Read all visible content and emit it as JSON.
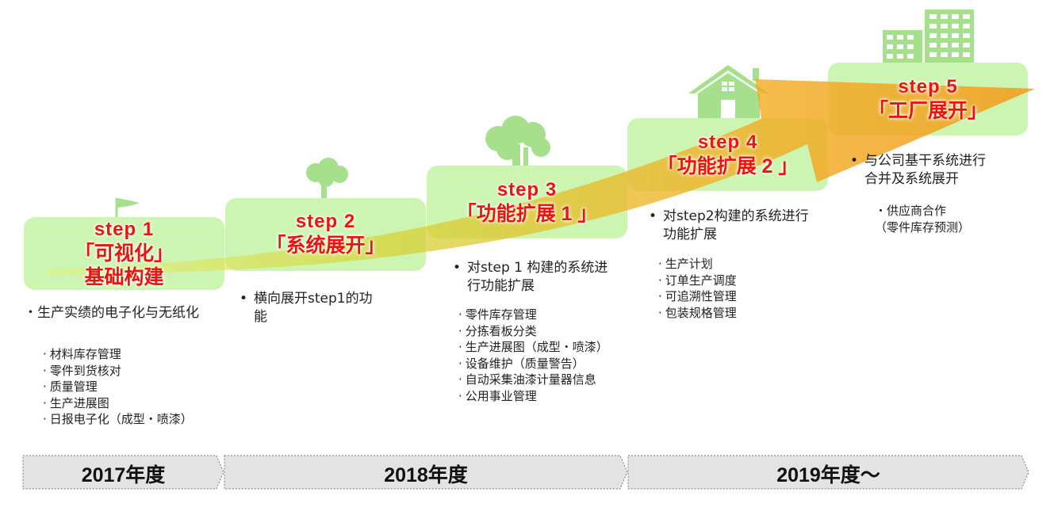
{
  "steps": [
    {
      "label": "step 1",
      "sub": "「可视化」",
      "sub2": "基础构建",
      "desc": "生产实绩的电子化与无纸化",
      "items": [
        "材料库存管理",
        "零件到货核对",
        "质量管理",
        "生产进展图",
        "日报电子化（成型・喷漆）"
      ]
    },
    {
      "label": "step  2",
      "sub": "「系统展开」",
      "desc_line1": "横向展开step1的功",
      "desc_line2": "能"
    },
    {
      "label": "step  3",
      "sub": "「功能扩展 1 」",
      "desc_line1": "对step 1 构建的系统进",
      "desc_line2": "行功能扩展",
      "items": [
        "零件库存管理",
        "分拣看板分类",
        "生产进展图（成型・喷漆）",
        "设备维护（质量警告）",
        "自动采集油漆计量器信息",
        "公用事业管理"
      ]
    },
    {
      "label": "step  4",
      "sub": "「功能扩展 2 」",
      "desc_line1": "对step2构建的系统进行",
      "desc_line2": "功能扩展",
      "items": [
        "生产计划",
        "订单生产调度",
        "可追溯性管理",
        "包装规格管理"
      ]
    },
    {
      "label": "step  5",
      "sub": "「工厂展开」",
      "desc_line1": "与公司基干系统进行",
      "desc_line2": "合并及系统展开",
      "items_line1": "・供应商合作",
      "items_line2": "（零件库存预测）"
    }
  ],
  "years": [
    "2017年度",
    "2018年度",
    "2019年度～"
  ],
  "bullet_mid": "・",
  "bullet_dot": "•",
  "colors": {
    "box_green": "#ccf5b1",
    "icon_green": "#a6e08c",
    "title_red": "#e8160c",
    "arrow_orange": "#f4a31f",
    "timeline_gray": "#e3e3e3"
  },
  "icons": [
    "flag-icon",
    "tree-small-icon",
    "tree-large-icon",
    "house-icon",
    "buildings-icon",
    "growth-arrow-icon"
  ]
}
